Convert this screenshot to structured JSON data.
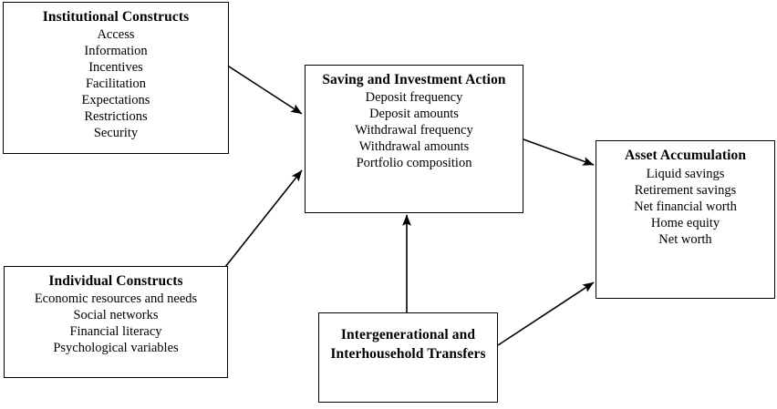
{
  "diagram": {
    "type": "flowchart",
    "background": "#ffffff",
    "line_color": "#000000",
    "boxes": [
      {
        "id": "institutional",
        "title": "Institutional Constructs",
        "items": [
          "Access",
          "Information",
          "Incentives",
          "Facilitation",
          "Expectations",
          "Restrictions",
          "Security"
        ]
      },
      {
        "id": "saving",
        "title": "Saving and Investment Action",
        "items": [
          "Deposit frequency",
          "Deposit amounts",
          "Withdrawal frequency",
          "Withdrawal amounts",
          "Portfolio composition"
        ]
      },
      {
        "id": "asset",
        "title": "Asset Accumulation",
        "items": [
          "Liquid savings",
          "Retirement savings",
          "Net financial worth",
          "Home equity",
          "Net worth"
        ]
      },
      {
        "id": "individual",
        "title": "Individual Constructs",
        "items": [
          "Economic resources and needs",
          "Social networks",
          "Financial literacy",
          "Psychological variables"
        ]
      },
      {
        "id": "transfers",
        "title": "Intergenerational and Interhousehold Transfers",
        "items": []
      }
    ],
    "arrows": [
      {
        "id": "institutional-to-saving",
        "from": "institutional",
        "to": "saving"
      },
      {
        "id": "individual-to-saving",
        "from": "individual",
        "to": "saving"
      },
      {
        "id": "saving-to-asset",
        "from": "saving",
        "to": "asset"
      },
      {
        "id": "transfers-to-saving",
        "from": "transfers",
        "to": "saving"
      },
      {
        "id": "transfers-to-asset",
        "from": "transfers",
        "to": "asset"
      }
    ]
  }
}
